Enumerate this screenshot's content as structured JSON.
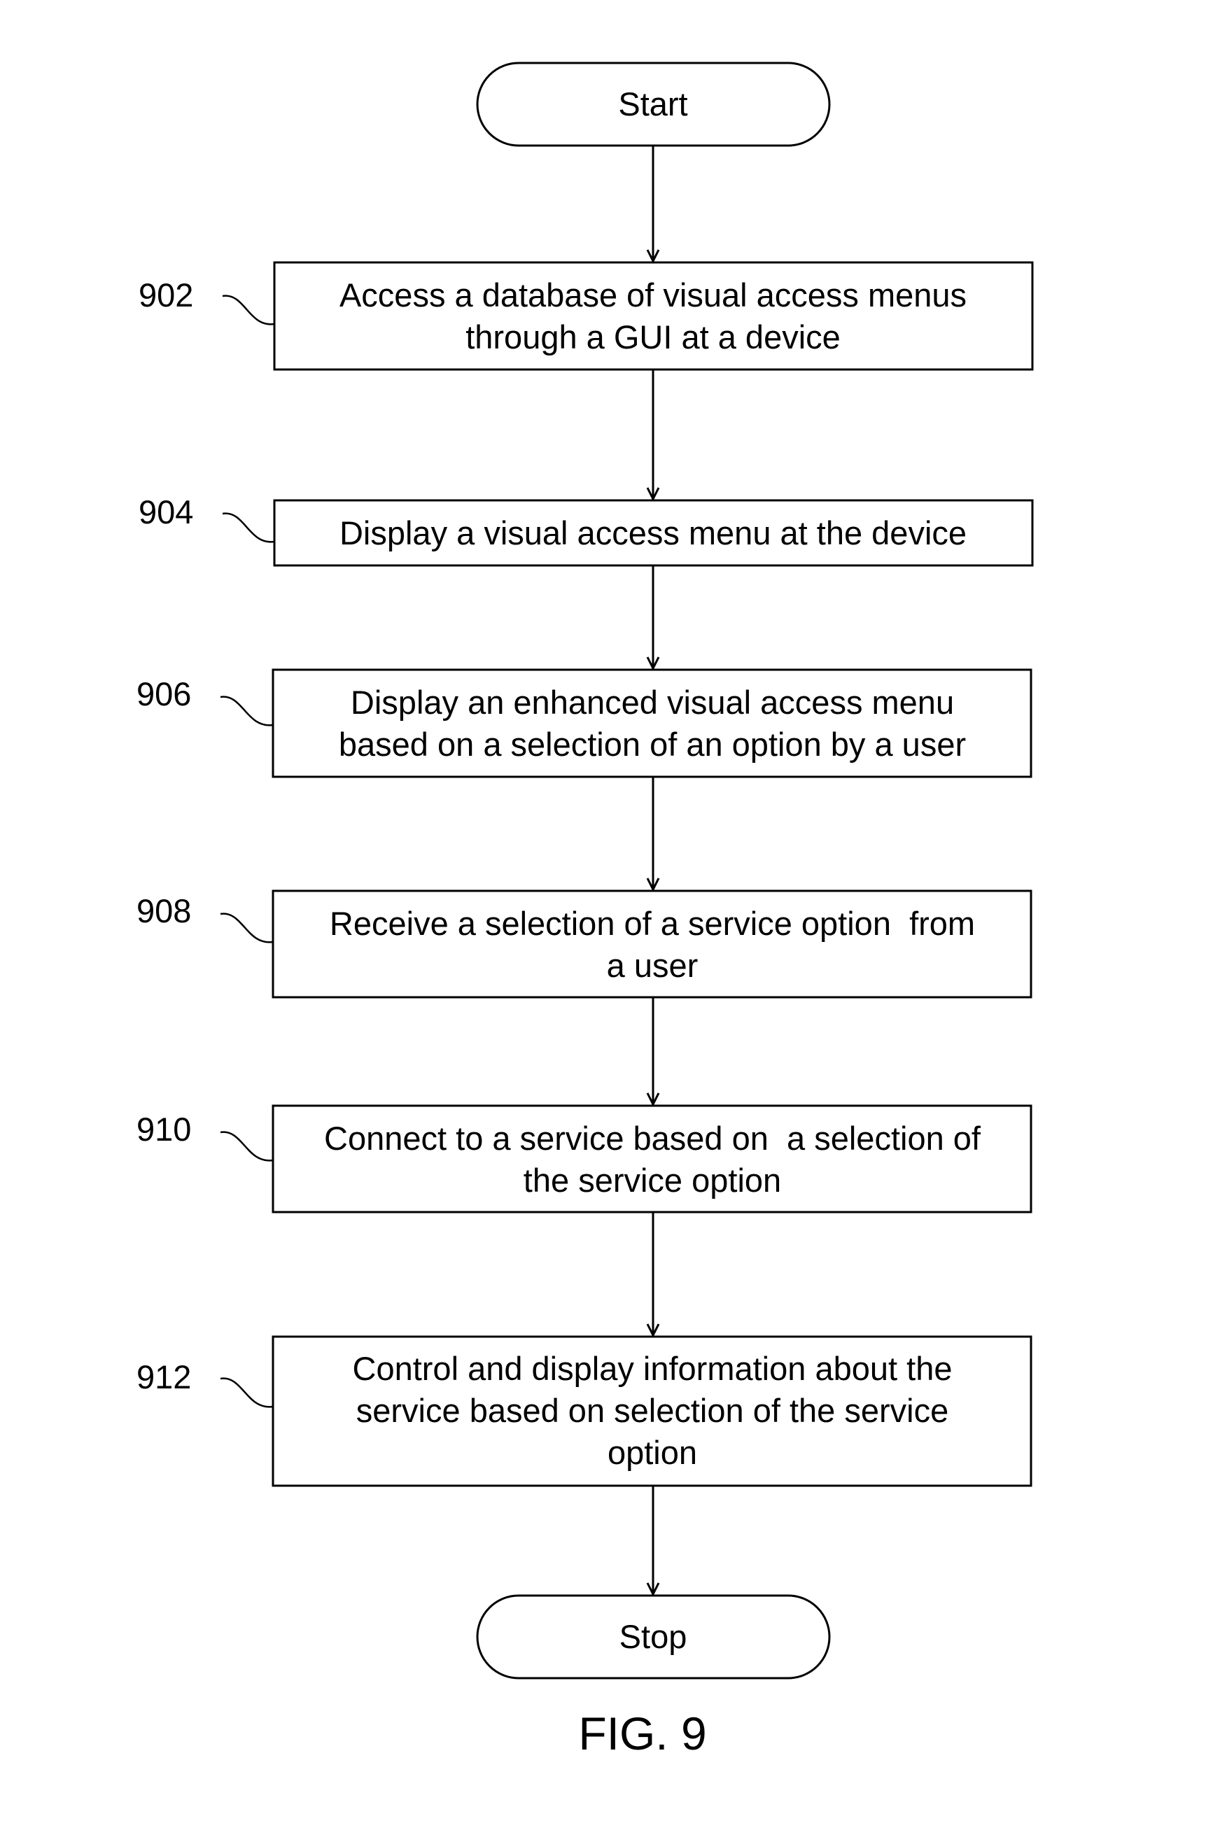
{
  "start": {
    "label": "Start"
  },
  "steps": [
    {
      "ref": "902",
      "lines": [
        "Access a database of visual access menus",
        "through a GUI at a device"
      ]
    },
    {
      "ref": "904",
      "lines": [
        "Display a visual access menu at the device"
      ]
    },
    {
      "ref": "906",
      "lines": [
        "Display an enhanced visual access menu",
        "based on a selection of an option by a user"
      ]
    },
    {
      "ref": "908",
      "lines": [
        "Receive a selection of a service option  from",
        "a user"
      ]
    },
    {
      "ref": "910",
      "lines": [
        "Connect to a service based on  a selection of",
        "the service option"
      ]
    },
    {
      "ref": "912",
      "lines": [
        "Control and display information about the",
        "service based on selection of the service",
        "option"
      ]
    }
  ],
  "stop": {
    "label": "Stop"
  },
  "figure_label": "FIG. 9"
}
